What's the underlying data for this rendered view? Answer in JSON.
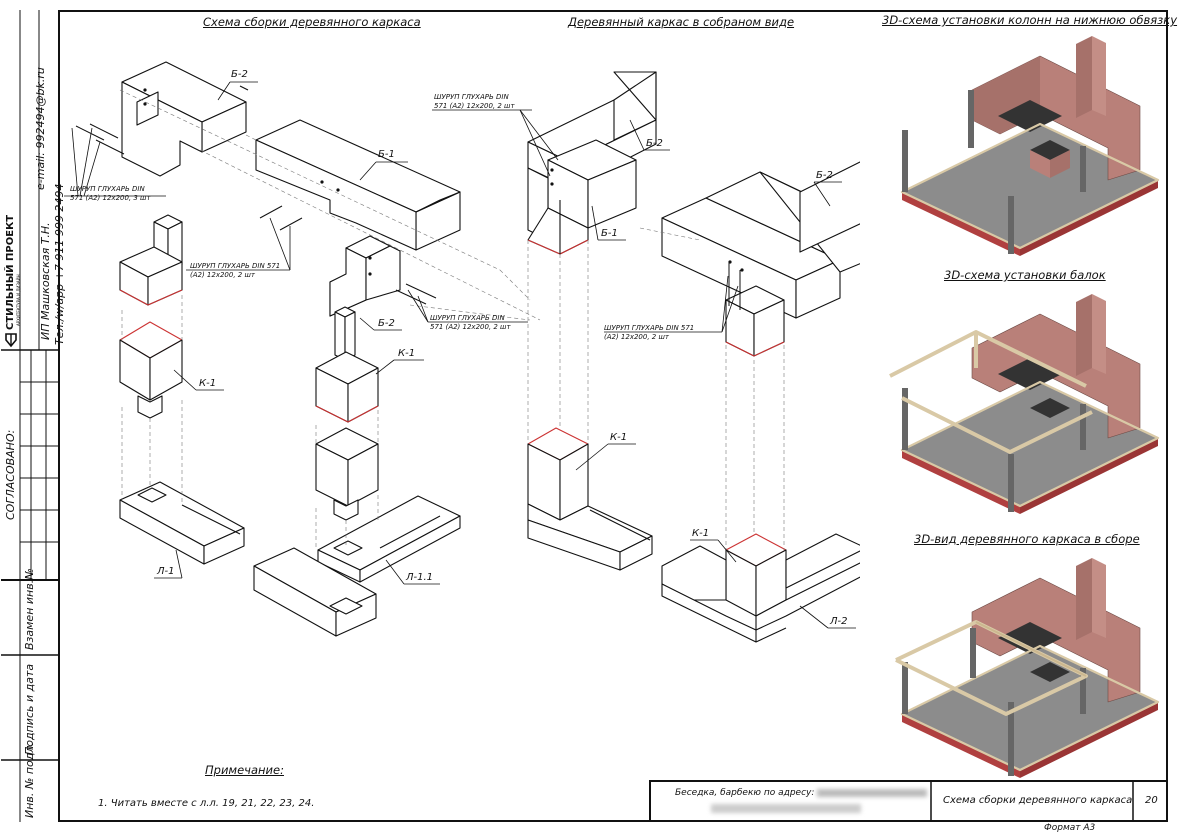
{
  "side": {
    "email": "e-mail: 992494@bk.ru",
    "company": "СТИЛЬНЫЙ ПРОЕКТ",
    "company_sub": "АРХИТЕКТУРА И ДИЗАЙН",
    "person": "ИП Машковская Т.Н.",
    "phone": "Тел./w/app +7 911 999 2494",
    "agreed": "СОГЛАСОВАНО:",
    "replace_inv": "Взамен инв.№",
    "sign_date": "Подпись и дата",
    "inv_orig": "Инв. № подл."
  },
  "sections": {
    "assembly_title": "Схема сборки деревянного каркаса",
    "assembled_title": "Деревянный каркас в собраном виде",
    "view1_title": "3D-схема установки колонн на нижнюю обвязку",
    "view2_title": "3D-схема установки балок",
    "view3_title": "3D-вид деревянного каркаса в сборе"
  },
  "labels": {
    "b2": "Б-2",
    "b1": "Б-1",
    "k1": "К-1",
    "l1": "Л-1",
    "l11": "Л-1.1",
    "l2": "Л-2",
    "screw3_l1": "ШУРУП ГЛУХАРЬ DIN",
    "screw3_l2": "571 (А2) 12х200, 3 шт",
    "screw2a_l1": "ШУРУП ГЛУХАРЬ DIN 571",
    "screw2a_l2": "(А2) 12х200, 2 шт",
    "screw2b_l1": "ШУРУП ГЛУХАРЬ DIN",
    "screw2b_l2": "571 (А2) 12х200, 2 шт"
  },
  "notes": {
    "title": "Примечание:",
    "text": "1. Читать вместе с л.л. 19, 21, 22, 23, 24."
  },
  "stamp": {
    "project_line1": "Беседка, барбекю по адресу:",
    "sheet_title": "Схема сборки деревянного каркаса",
    "sheet_no": "20",
    "format": "Формат А3"
  }
}
